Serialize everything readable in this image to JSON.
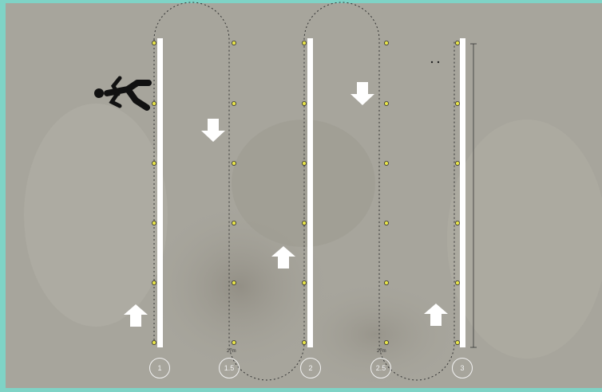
{
  "colors": {
    "frame": "#7fd3c6",
    "ground": "#a7a59c",
    "tape": "#ffffff",
    "marker": "#e6e24a",
    "figure": "#111111"
  },
  "lines": [
    {
      "label": "1",
      "type": "solid"
    },
    {
      "label": "1.5",
      "type": "dotted"
    },
    {
      "label": "2",
      "type": "solid"
    },
    {
      "label": "2.5",
      "type": "dotted"
    },
    {
      "label": "3",
      "type": "solid"
    }
  ],
  "small_marks": [
    "27m",
    "27m"
  ],
  "icons": {
    "walker": "walking-person-icon",
    "arrow_up": "arrow-up-icon",
    "arrow_down": "arrow-down-icon"
  }
}
